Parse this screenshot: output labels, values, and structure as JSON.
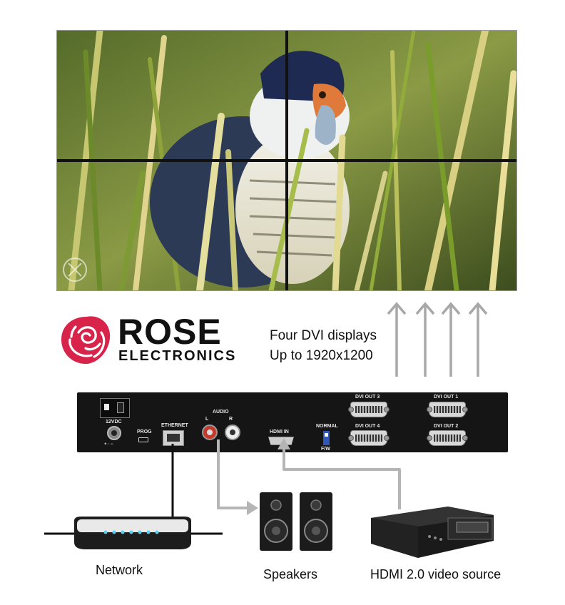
{
  "brand": {
    "name_line1": "ROSE",
    "name_line2": "ELECTRONICS",
    "logo_color": "#d8234a"
  },
  "displays": {
    "line1": "Four DVI displays",
    "line2": "Up to 1920x1200"
  },
  "panel": {
    "power": "12VDC",
    "prog": "PROG",
    "ethernet": "ETHERNET",
    "audio": "AUDIO",
    "audio_l": "L",
    "audio_r": "R",
    "hdmi_in": "HDMI IN",
    "normal": "NORMAL",
    "fw": "F/W",
    "dvi_out_3": "DVI OUT 3",
    "dvi_out_1": "DVI OUT 1",
    "dvi_out_4": "DVI OUT 4",
    "dvi_out_2": "DVI OUT 2"
  },
  "labels": {
    "network": "Network",
    "speakers": "Speakers",
    "hdmi_source": "HDMI 2.0 video source"
  },
  "colors": {
    "arrow": "#a8a8a8",
    "cable": "#b5b5b5",
    "device": "#151515"
  }
}
